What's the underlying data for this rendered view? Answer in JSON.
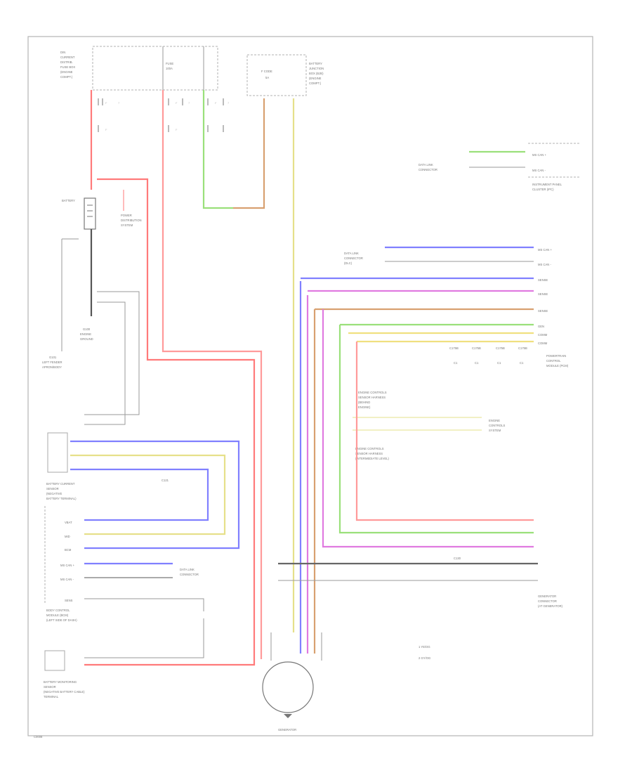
{
  "diagram": {
    "colors": {
      "red": "#ff7a7a",
      "blue": "#8080ff",
      "violet": "#e07ae0",
      "green": "#9ae07a",
      "yellow": "#f0e080",
      "tan": "#d8a070",
      "gray": "#9a9a9a",
      "dark": "#555555"
    },
    "labels": {
      "battery": "BATTERY",
      "generator": "GENERATOR",
      "footer_code": "C0008"
    }
  }
}
